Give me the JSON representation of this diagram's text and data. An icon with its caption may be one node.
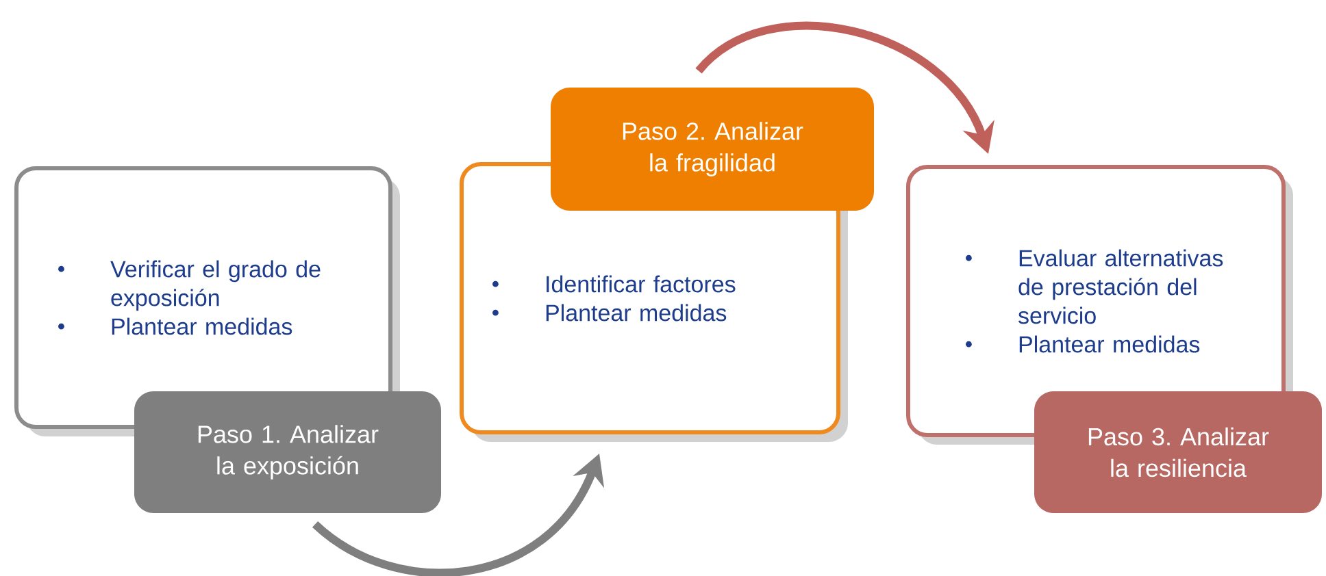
{
  "diagram": {
    "nodes": [
      {
        "text": [
          "Verificar el grado de exposición",
          "Plantear medidas"
        ]
      },
      {
        "text": [
          "Paso 1. Analizar la exposición"
        ]
      },
      {
        "text": [
          "Identificar factores",
          "Plantear medidas"
        ]
      },
      {
        "text": [
          "Paso 2. Analizar la fragilidad"
        ]
      },
      {
        "text": [
          "Evaluar alternativas de prestación del servicio",
          "Plantear medidas"
        ]
      },
      {
        "text": [
          "Paso 3. Analizar la resiliencia"
        ]
      }
    ],
    "edges": [
      {
        "from": 1,
        "to": 2,
        "arrow": "to",
        "color": "#7f7f7f"
      },
      {
        "from": 3,
        "to": 4,
        "arrow": "to",
        "color": "#c0605a"
      }
    ]
  }
}
